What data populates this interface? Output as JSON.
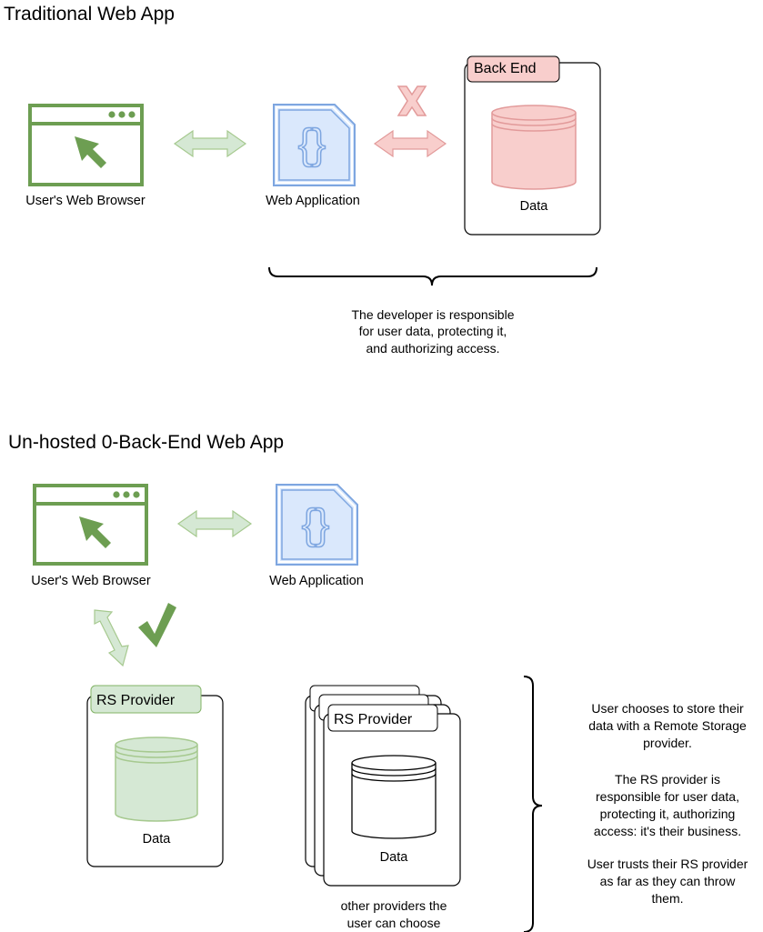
{
  "colors": {
    "green_stroke": "#82b366",
    "green_fill": "#d5e8d4",
    "green_icon": "#6d9e52",
    "red_stroke": "#e29a9a",
    "red_fill": "#f8cecc",
    "blue_stroke": "#7ea6e0",
    "blue_fill": "#dae8fc"
  },
  "icons": {
    "browser": "browser-window-icon",
    "app": "code-file-icon",
    "database": "database-cylinder-icon",
    "forbidden": "x-mark-icon",
    "allowed": "checkmark-icon"
  },
  "traditional": {
    "title": "Traditional Web App",
    "browser_label": "User's Web Browser",
    "app_label": "Web Application",
    "backend_tab": "Back End",
    "data_label": "Data",
    "note": [
      "The developer is responsible",
      "for user data, protecting it,",
      "and authorizing access."
    ]
  },
  "unhosted": {
    "title": "Un-hosted 0-Back-End Web App",
    "browser_label": "User's Web Browser",
    "app_label": "Web Application",
    "rs_tab": "RS Provider",
    "data_label": "Data",
    "others_tab": "RS Provider",
    "others_data_label": "Data",
    "others_caption": [
      "other providers the",
      "user can choose"
    ],
    "side_note": [
      "User chooses to store their",
      "data with a Remote Storage",
      "provider.",
      "",
      "The RS provider is",
      "responsible for user data,",
      "protecting it, authorizing",
      "access:  it's their business.",
      "",
      "User trusts their RS provider",
      "as far as they can throw",
      "them."
    ]
  }
}
